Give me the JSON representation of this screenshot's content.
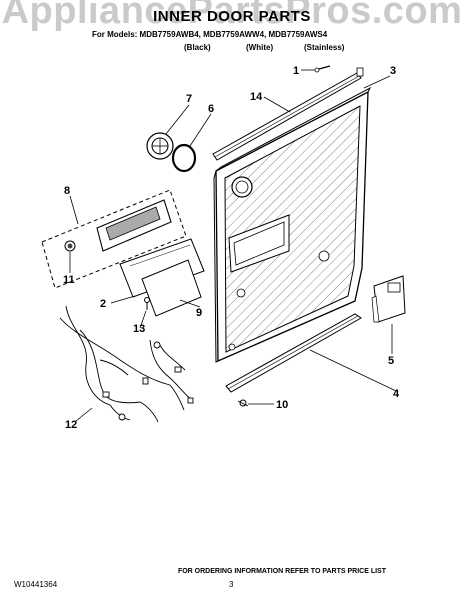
{
  "watermark": "AppliancePartsPros.com",
  "header": {
    "title": "INNER DOOR PARTS",
    "models_line": "For Models: MDB7759AWB4, MDB7759AWW4, MDB7759AWS4",
    "variants": [
      "(Black)",
      "(White)",
      "(Stainless)"
    ]
  },
  "callouts": [
    "1",
    "2",
    "3",
    "4",
    "5",
    "6",
    "7",
    "8",
    "9",
    "10",
    "11",
    "12",
    "13",
    "14"
  ],
  "footer": {
    "note": "FOR ORDERING INFORMATION REFER TO PARTS PRICE LIST",
    "doc_number": "W10441364",
    "page_number": "3"
  }
}
